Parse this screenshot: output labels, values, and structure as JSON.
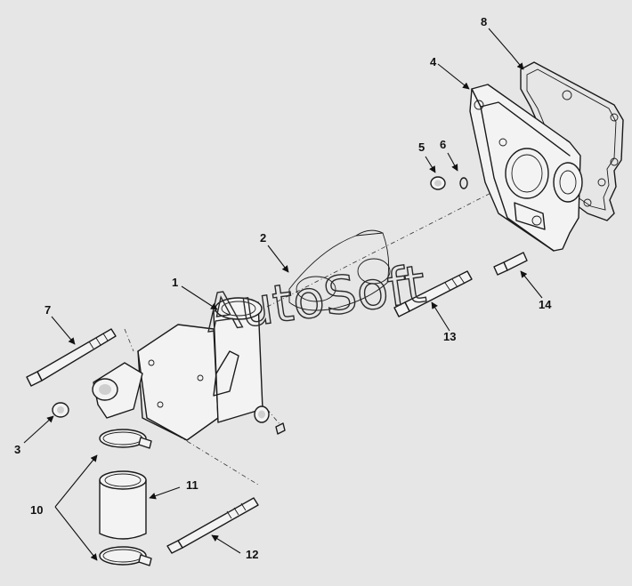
{
  "callouts": {
    "c1": "1",
    "c2": "2",
    "c3": "3",
    "c4": "4",
    "c5": "5",
    "c6": "6",
    "c7": "7",
    "c8": "8",
    "c10": "10",
    "c11": "11",
    "c12": "12",
    "c13": "13",
    "c14": "14"
  },
  "watermark": "AutoSoft",
  "colors": {
    "background": "#e6e6e6",
    "ink": "#1a1a1a"
  }
}
